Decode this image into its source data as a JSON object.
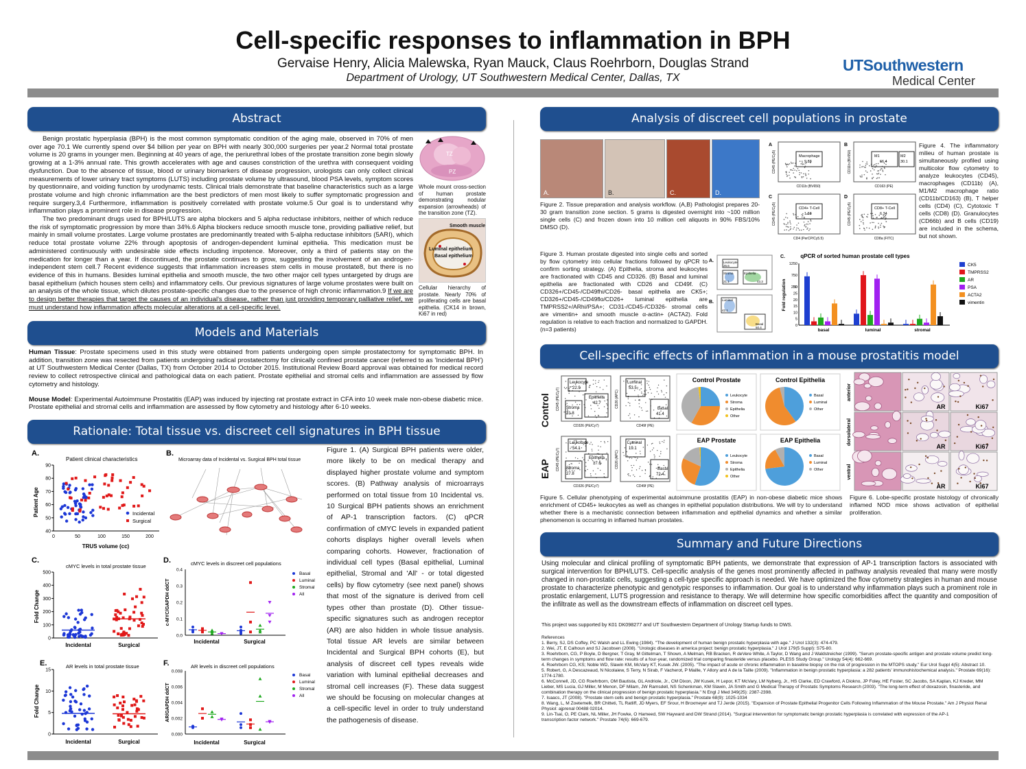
{
  "header": {
    "title": "Cell-specific responses to inflammation in BPH",
    "authors": "Gervaise Henry, Alicia Malewska, Ryan Mauck, Claus Roehrborn, Douglas Strand",
    "department": "Department of Urology, UT Southwestern Medical Center, Dallas, TX",
    "logo_line1": "UTSouthwestern",
    "logo_line2": "Medical Center"
  },
  "sections": {
    "abstract": "Abstract",
    "models": "Models and Materials",
    "rationale": "Rationale: Total tissue vs. discreet cell signatures in BPH tissue",
    "analysis": "Analysis of discreet cell populations in prostate",
    "mouse": "Cell-specific effects of inflammation in a mouse prostatitis model",
    "summary": "Summary and Future Directions"
  },
  "abstract": {
    "p1": "Benign prostatic hyperplasia (BPH) is the most common symptomatic condition of the aging male, observed in 70% of men over age 70.1 We currently spend over $4 billion per year on BPH with nearly 300,000 surgeries per year.2 Normal total prostate volume is 20 grams in younger men. Beginning at 40 years of age, the periurethral lobes of the prostate transition zone begin slowly growing at a 1-3% annual rate. This growth accelerates with age and causes constriction of the urethra with consequent voiding dysfunction. Due to the absence of tissue, blood or urinary biomarkers of disease progression, urologists can only collect clinical measurements of lower urinary tract symptoms (LUTS) including prostate volume by ultrasound, blood PSA levels, symptom scores by questionnaire, and voiding function by urodynamic tests. Clinical trials demonstrate that baseline characteristics such as a large prostate volume and high chronic inflammation are the best predictors of men most likely to suffer symptomatic progression and require surgery.3,4 Furthermore, inflammation is positively correlated with prostate volume.5 Our goal is to understand why inflammation plays a prominent role in disease progression.",
    "p2": "The two predominant drugs used for BPH/LUTS are alpha blockers and 5 alpha reductase inhibitors, neither of which reduce the risk of symptomatic progression by more than 34%.6 Alpha blockers reduce smooth muscle tone, providing palliative relief, but mainly in small volume prostates. Large volume prostates are predominantly treated with 5-alpha reductase inhibitors (5ARI), which reduce total prostate volume 22% through apoptosis of androgen-dependent luminal epithelia. This medication must be administered continuously with undesirable side effects including impotence. Moreover, only a third of patients stay on the medication for longer than a year. If discontinued, the prostate continues to grow, suggesting the involvement of an androgen-independent stem cell.7 Recent evidence suggests that inflammation increases stem cells in mouse prostate8, but there is no evidence of this in humans. Besides luminal epithelia and smooth muscle, the two other major cell types untargeted by drugs are basal epithelium (which houses stem cells) and inflammatory cells. Our previous signatures of large volume prostates were built on an analysis of the whole tissue, which dilutes prostate-specific changes due to the presence of high chronic inflammation.9",
    "p2_underlined": "If we are to design better therapies that target the causes of an individual's disease, rather than just providing temporary palliative relief, we must understand how inflammation affects molecular alterations at a cell-specific level.",
    "img1_caption": "Whole mount cross-section of human prostate demonstrating nodular expansion (arrowheads) of the transition zone (TZ).",
    "img1_tz": "TZ",
    "img1_pz": "PZ",
    "img2_caption": "Cellular hierarchy of prostate. Nearly 70% of proliferating cells are basal epithelia. (CK14 in brown, Ki67 in red)",
    "img2_smooth": "Smooth muscle",
    "img2_luminal": "Luminal epithelium",
    "img2_basal": "Basal epithelium"
  },
  "models": {
    "human_label": "Human Tissue",
    "human_text": ": Prostate specimens used in this study were obtained from patients undergoing open simple prostatectomy for symptomatic BPH. In addition, transition zone was resected from patients undergoing radical prostatectomy for clinically confined prostate cancer (referred to as 'Incidental BPH') at UT Southwestern Medical Center (Dallas, TX) from October 2014 to October 2015. Institutional Review Board approval was obtained for medical record review to collect retrospective clinical and pathological data on each patient. Prostate epithelial and stromal cells and inflammation are assessed by flow cytometry and histology.",
    "mouse_label": "Mouse Model",
    "mouse_text": ": Experimental Autoimmune Prostatitis (EAP) was induced by injecting rat prostate extract in CFA into 10 week male non-obese diabetic mice. Prostate epithelial and stromal cells and inflammation are assessed by flow cytometry and histology after 6-10 weeks."
  },
  "rationale": {
    "fig1_caption": "Figure 1. (A) Surgical BPH patients were older, more likely to be on medical therapy and displayed higher prostate volume and symptom scores. (B) Pathway analysis of microarrays performed on total tissue from 10 Incidental vs. 10 Surgical BPH patients shows an enrichment of AP-1 transcription factors. (C) qPCR confirmation of cMYC levels in expanded patient cohorts displays higher overall levels when comparing cohorts. However, fractionation of individual cell types (Basal epithelial, Luminal epithelial, Stromal and 'All' - or total digested cells) by flow cytometry (see next panel) shows that most of the signature is derived from cell types other than prostate (D). Other tissue-specific signatures such as androgen receptor (AR) are also hidden in whole tissue analysis. Total tissue AR levels are similar between Incidental and Surgical BPH cohorts (E), but analysis of discreet cell types reveals wide variation with luminal epithelial decreases and stromal cell increases (F). These data suggest we should be focusing on molecular changes at a cell-specific level in order to truly understand the pathogenesis of disease.",
    "panelA": {
      "letter": "A.",
      "title": "Patient clinical characteristics",
      "xlabel": "TRUS volume (cc)",
      "ylabel": "Patient Age",
      "legend_incidental": "Incidental",
      "legend_surgical": "Surgical"
    },
    "panelB": {
      "letter": "B.",
      "title": "Microarray data of Incidental vs. Surgical BPH total tissue"
    },
    "panelC": {
      "letter": "C.",
      "title": "cMYC levels in total prostate tissue",
      "ylabel": "Fold Change",
      "cat1": "Incidental",
      "cat2": "Surgical"
    },
    "panelD": {
      "letter": "D.",
      "title": "cMYC levels in discreet cell populations",
      "ylabel": "c-MYC/GAPDH ddCT",
      "cat1": "Incidental",
      "cat2": "Surgical"
    },
    "panelE": {
      "letter": "E.",
      "title": "AR levels in total prostate tissue",
      "ylabel": "Fold Change",
      "cat1": "Incidental",
      "cat2": "Surgical"
    },
    "panelF": {
      "letter": "F.",
      "title": "AR levels in discreet cell populations",
      "ylabel": "AR/GAPDH ddCT",
      "cat1": "Incidental",
      "cat2": "Surgical"
    },
    "legend": [
      "Basal",
      "Luminal",
      "Stromal",
      "All"
    ]
  },
  "analysis": {
    "photo_labels": [
      "A.",
      "B.",
      "C.",
      "D."
    ],
    "fig2_caption": "Figure 2. Tissue preparation and analysis workflow. (A,B) Pathologist prepares 20-30 gram transition zone section. 5 grams is digested overnight into ~100 million single cells (C) and frozen down into 10 million cell aliquots in 90% FBS/10% DMSO (D).",
    "fig3_caption": "Figure 3. Human prostate digested into single cells and sorted by flow cytometry into cellular fractions followed by qPCR to confirm sorting strategy. (A) Epithelia, stroma and leukocytes are fractionated with CD45 and CD326. (B) Basal and luminal epithelia are fractionated with CD26 and CD49f. (C) CD326+/CD45-/CD49fhi/CD26- basal epithelia are CK5+; CD326+/CD45-/CD49flo/CD26+ luminal epithelia are TMPRSS2+/ARhi/PSA+; CD31-/CD45-/CD326- stromal cells are vimentin+ and smooth muscle α-actin+ (ACTA2). Fold regulation is relative to each fraction and normalized to GAPDH. (n=3 patients)",
    "fig4_caption": "Figure 4. The inflammatory milieu of human prostate is simultaneously profiled using multicolor flow cytometry to analyze leukocytes (CD45), macrophages (CD11b) (A), M1/M2 macrophage ratio (CD11b/CD163) (B), T helper cells (CD4) (C), Cytotoxic T cells (CD8) (D). Granulocytes (CD66b) and B cells (CD19) are included in the schema, but not shown.",
    "flow": [
      {
        "letter": "A",
        "gate": "Macrophage",
        "value": "9.83",
        "xlabel": "CD11b (BV650)",
        "ylabel": "CD45 (PE/Cy5)"
      },
      {
        "letter": "B",
        "gate": "M1",
        "value": "66.4",
        "gate2": "M2",
        "value2": "30.1",
        "xlabel": "CD163 (PE)",
        "ylabel": "CD11b (BV650)"
      },
      {
        "letter": "C",
        "gate": "CD4+ T-Cell",
        "value": "1.58",
        "xlabel": "CD4 (PerCP/Cy5.5)",
        "ylabel": "CD45 (PE/Cy5)"
      },
      {
        "letter": "D",
        "gate": "CD8+ T-Cell",
        "value": "6.34",
        "xlabel": "CD8a (FITC)",
        "ylabel": "CD45 (PE/Cy5)"
      }
    ],
    "fig3_panels": {
      "a": "A.",
      "b": "B.",
      "c": "C."
    },
    "fig3_sort_a": [
      "Leukocyte",
      "25.6",
      "Stroma",
      "21.1",
      "Epithelia",
      "43.3"
    ],
    "fig3_sort_b": [
      "Luminal",
      "42.1",
      "Basal",
      "50.4"
    ]
  },
  "qpcr_chart": {
    "title": "qPCR of sorted human prostate cell types",
    "ylabel": "Fold regulation",
    "categories": [
      "basal",
      "luminal",
      "stromal"
    ],
    "legend": [
      "CK5",
      "TMPRSS2",
      "AR",
      "PSA",
      "ACTA2",
      "vimentin"
    ],
    "colors": [
      "#1e3fd0",
      "#e0161b",
      "#1fa81f",
      "#a020f0",
      "#f39020",
      "#111111"
    ],
    "yticks": [
      "1250",
      "750",
      "250",
      "30",
      "25",
      "20",
      "15",
      "10",
      "5",
      "0"
    ]
  },
  "chart_data": {
    "type": "bar",
    "title": "qPCR of sorted human prostate cell types",
    "ylabel": "Fold regulation",
    "categories": [
      "basal",
      "luminal",
      "stromal"
    ],
    "series": [
      {
        "name": "CK5",
        "values": [
          700,
          9,
          1
        ]
      },
      {
        "name": "TMPRSS2",
        "values": [
          3,
          750,
          1
        ]
      },
      {
        "name": "AR",
        "values": [
          6,
          8,
          5
        ]
      },
      {
        "name": "PSA",
        "values": [
          3,
          600,
          2
        ]
      },
      {
        "name": "ACTA2",
        "values": [
          17,
          1,
          350
        ]
      },
      {
        "name": "vimentin",
        "values": [
          1,
          2,
          7
        ]
      }
    ]
  },
  "mouse": {
    "row1": "Control",
    "row2": "EAP",
    "flow_rows": [
      {
        "a": [
          "Leukocyte",
          "22.9",
          "Epithelia",
          "42.7",
          "Stroma",
          "31.8"
        ],
        "b": [
          "Luminal",
          "53.5",
          "Basal",
          "41.4"
        ]
      },
      {
        "a": [
          "Leukocyte",
          "54.1",
          "Epithelia",
          "17.6",
          "Stroma",
          "27.8"
        ],
        "b": [
          "Luminal",
          "19.1",
          "Basal",
          "72.4"
        ]
      }
    ],
    "flow_axes": {
      "ax": "CD326 (PE/Cy7)",
      "ay": "CD45 (PE/Cy7)",
      "bx": "CD49f (PE)",
      "by": "CD26 (APC)"
    },
    "pies": [
      {
        "title": "Control Prostate",
        "labels": [
          "Leukocyte",
          "Stroma",
          "Epithelia",
          "Other"
        ],
        "values": [
          25,
          33,
          40,
          2
        ],
        "colors": [
          "#4e9fdb",
          "#f08c2e",
          "#b0b0b0",
          "#f2c21c"
        ]
      },
      {
        "title": "Control Epithelia",
        "labels": [
          "Basal",
          "Luminal",
          "Other"
        ],
        "values": [
          40,
          56,
          4
        ],
        "colors": [
          "#4e9fdb",
          "#f08c2e",
          "#b0b0b0"
        ]
      },
      {
        "title": "EAP Prostate",
        "labels": [
          "Leukocyte",
          "Stroma",
          "Epithelia",
          "Other"
        ],
        "values": [
          55,
          27,
          17,
          1
        ],
        "colors": [
          "#4e9fdb",
          "#f08c2e",
          "#b0b0b0",
          "#f2c21c"
        ]
      },
      {
        "title": "EAP Epithelia",
        "labels": [
          "Basal",
          "Luminal",
          "Other"
        ],
        "values": [
          73,
          19,
          8
        ],
        "colors": [
          "#4e9fdb",
          "#f08c2e",
          "#b0b0b0"
        ]
      }
    ],
    "histo_rows": [
      "anterior",
      "dorsolateral",
      "ventral"
    ],
    "histo_labels": [
      "AR",
      "Ki67"
    ],
    "fig5_caption": "Figure 5. Cellular phenotyping of experimental autoimmune prostatitis (EAP) in non-obese diabetic mice shows enrichment of CD45+ leukocytes as well as changes in epithelial population distributions. We will try to understand whether there is a mechanistic connection between inflammation and epithelial dynamics and whether a similar phenomenon is occurring in inflamed human prostates.",
    "fig6_caption": "Figure 6. Lobe-specific prostate histology of chronically inflamed NOD mice shows activation of epithelial proliferation."
  },
  "summary": {
    "text": "Using molecular and clinical profiling of symptomatic BPH patients, we demonstrate that expression of AP-1 transcription factors is associated with surgical intervention for BPH/LUTS. Cell-specific analysis of the genes most prominently affected in pathway analysis revealed that many were mostly changed in non-prostatic cells, suggesting a cell-type specific approach is needed. We have optimized the flow cytometry strategies in human and mouse prostate to characterize phenotypic and genotypic responses to inflammation. Our goal is to understand why inflammation plays such a prominent role in prostatic enlargement, LUTS progression and resistance to therapy. We will determine how specific comorbidities affect the quantity and composition of the infiltrate as well as the downstream effects of inflammation on discreet cell types.",
    "funding": "This project was supported by K01 DK098277 and UT Southwestern Department of Urology Startup funds to DWS.",
    "refs_title": "References",
    "refs": [
      "1.   Berry, SJ, DS Coffey, PC Walsh and LL Ewing (1984). \"The development of human benign prostatic hyperplasia with age.\" J Urol 132(3): 474-479.",
      "2.   Wei, JT, E Calhoun and SJ Jacobsen (2008). \"Urologic diseases in america project: benign prostatic hyperplasia.\" J Urol 179(5 Suppl): S75-80.",
      "3.   Roehrborn, CG, P Boyle, D Bergner, T Gray, M Gittelman, T Shown, A Melman, RB Bracken, R deVere White, A Taylor, D Wang and J Waldstreicher (1999). \"Serum prostate-specific antigen and prostate volume   predict long-term changes in symptoms and flow rate: results of a four-year, randomized trial comparing finasteride versus placebo. PLESS Study Group.\" Urology 54(4): 662-669.",
      "4.   Roehrborn CG, KS; Noble WD, Slawin KM, McVary KT, Kusek JW. (2005). \"The impact of acute or chronic inflammation in baseline biopsy on the risk of progression in the MTOPS study.\" Eur Urol Suppl 4(5): Abstract 10.",
      "5.   Robert, G, A Descazeaud, N Nicolaiew, S Terry, N Sirab, F Vacherot, P Maille, Y Allory and A de la Taille (2009). \"Inflammation in benign prostatic hyperplasia: a 282 patients' immunohistochemical analysis.\" Prostate 69(16): 1774-1780.",
      "6.   McConnell, JD, CG Roehrborn, OM Bautista, GL Andriole, Jr., CM Dixon, JW Kusek, H Lepor, KT McVary, LM Nyberg, Jr., HS Clarke, ED Crawford, A Diokno, JP Foley, HE Foster, SC Jacobs, SA Kaplan, KJ Kreder, MM Lieber, MS Lucia, GJ Miller, M Menon, DF Milam, JW Ramsdell, NS Schenkman, KM Slawin, JA Smith and G Medical Therapy of Prostatic Symptoms Research (2003). \"The long-term effect of doxazosin, finasteride, and combination therapy on the clinical progression of benign prostatic hyperplasia.\" N Engl J Med 349(25): 2387-2398.",
      "7.   Isaacs, JT (2008). \"Prostate stem cells and benign prostatic hyperplasia.\" Prostate 68(9): 1025-1034",
      "8.   Wang, L, M Zoetemelk, BR Chitteti, TL Ratliff, JD Myers, EF Srour, H Broxmeyer and TJ Jerde (2015). \"Expansion of Prostate Epithelial Progenitor Cells Following Inflammation of the Mouse Prostate.\" Am J Physiol Renal Physiol: ajprenal 00488 02014.",
      "9.   Lin-Tsai, O, PE Clark, NL Miller, JH Fowke, O Hameed, SW Hayward and DW Strand (2014). \"Surgical intervention for symptomatic benign prostatic hyperplasia is correlated with expression of the AP-1",
      "transcription factor network.\" Prostate 74(6): 669-679."
    ]
  }
}
